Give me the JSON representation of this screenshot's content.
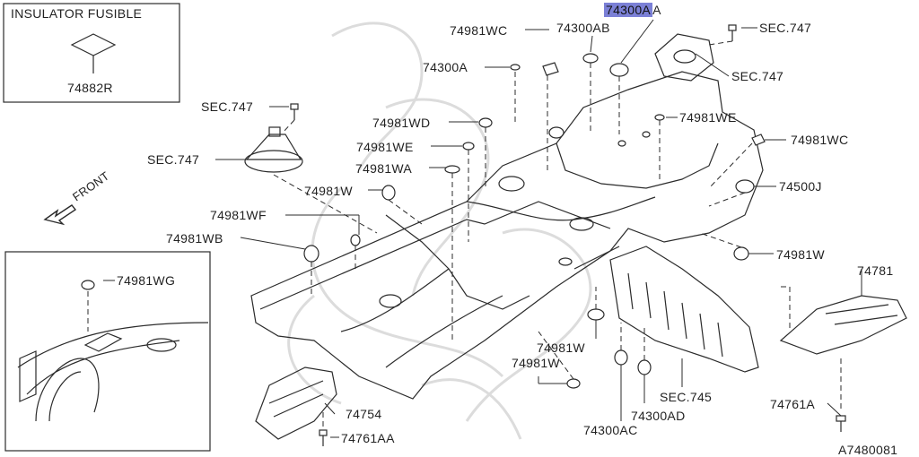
{
  "colors": {
    "line": "#2b2b2b",
    "highlight": "#7b80d6",
    "watermark": "#d9d9d9",
    "background": "#ffffff"
  },
  "inset_top": {
    "title": "INSULATOR FUSIBLE",
    "part": "74882R"
  },
  "inset_bottom": {
    "part": "74981WG"
  },
  "front_label": "FRONT",
  "diagram_code": "A7480081",
  "labels": {
    "p74300AA_hl": "74300A",
    "p74300AA_tail": "A",
    "p74300AB": "74300AB",
    "p74981WC_top": "74981WC",
    "p74300A": "74300A",
    "sec747_top": "SEC.747",
    "sec747_right": "SEC.747",
    "sec747_left_bolt": "SEC.747",
    "sec747_left_boot": "SEC.747",
    "p74981WD": "74981WD",
    "p74981WE_left": "74981WE",
    "p74981WE_right": "74981WE",
    "p74981WA": "74981WA",
    "p74981WC_right": "74981WC",
    "p74981W_left": "74981W",
    "p74500J": "74500J",
    "p74981WF": "74981WF",
    "p74981WB": "74981WB",
    "p74981W_right": "74981W",
    "p74781": "74781",
    "p74981W_mid": "74981W",
    "p74981W_low": "74981W",
    "sec745": "SEC.745",
    "p74761A": "74761A",
    "p74754": "74754",
    "p74761AA": "74761AA",
    "p74300AC": "74300AC",
    "p74300AD": "74300AD"
  }
}
